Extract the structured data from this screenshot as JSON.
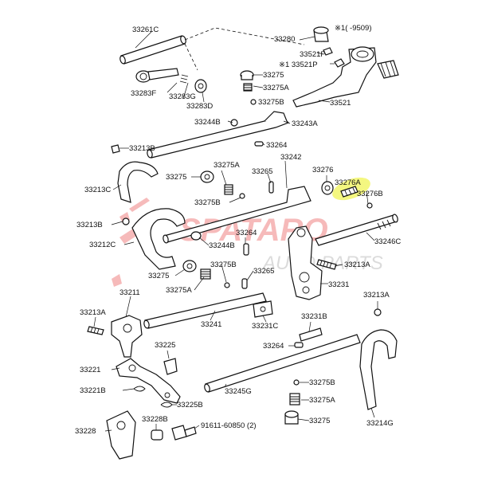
{
  "diagram": {
    "note": "※1(      -9509)",
    "watermark": {
      "brand": "SPATARO",
      "sub": "AUTO PARTS"
    },
    "highlight_color": "#eef33c",
    "labels": [
      "33261C",
      "33280",
      "33521F",
      "※1 33521P",
      "33275",
      "33275A",
      "33275B",
      "33521",
      "33283F",
      "33283G",
      "33283D",
      "33244B",
      "33243A",
      "33213B",
      "33264",
      "33242",
      "33275",
      "33275A",
      "33265",
      "33276",
      "33276A",
      "33276B",
      "33213C",
      "33275B",
      "33213B",
      "33212C",
      "33264",
      "33246C",
      "33244B",
      "33213A",
      "33275",
      "33275B",
      "33265",
      "33275A",
      "33231",
      "33211",
      "33213A",
      "33241",
      "33231C",
      "33231B",
      "33213A",
      "33264",
      "33225",
      "33221",
      "33275B",
      "33221B",
      "33245G",
      "33275A",
      "33225B",
      "33228B",
      "33228",
      "91611-60850 (2)",
      "33275",
      "33214G"
    ]
  }
}
